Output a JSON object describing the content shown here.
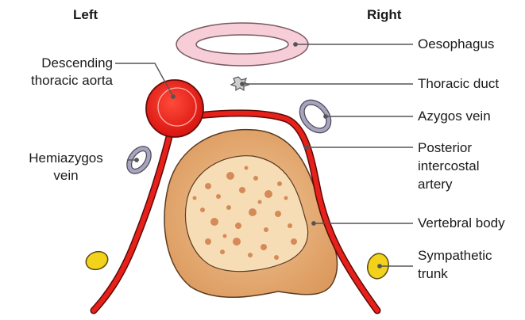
{
  "headers": {
    "left": "Left",
    "right": "Right"
  },
  "labels": {
    "oesophagus": "Oesophagus",
    "aorta_1": "Descending",
    "aorta_2": "thoracic aorta",
    "thoracic_duct": "Thoracic duct",
    "azygos": "Azygos vein",
    "hemiazygos_1": "Hemiazygos",
    "hemiazygos_2": "vein",
    "intercostal_1": "Posterior",
    "intercostal_2": "intercostal",
    "intercostal_3": "artery",
    "vertebral": "Vertebral body",
    "sympathetic_1": "Sympathetic",
    "sympathetic_2": "trunk"
  },
  "colors": {
    "aorta": "#e8201a",
    "oesophagus": "#f7cdd8",
    "vein": "#9a96ad",
    "bone": "#e8b07a",
    "marrow": "#f7ddb5",
    "nerve": "#f2d21a",
    "leader": "#555555"
  }
}
